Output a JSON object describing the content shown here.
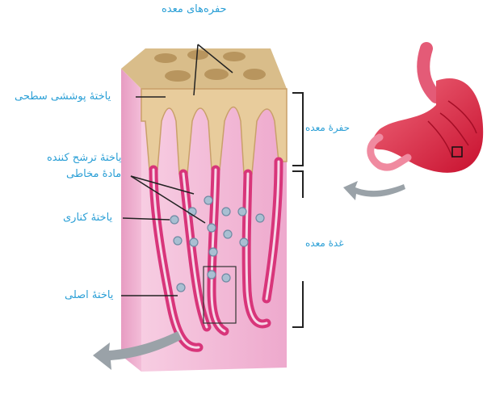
{
  "labels": {
    "gastric_pits": "حفره‌های معده",
    "surface_epithelial_cell": "یاختهٔ پوششی سطحی",
    "mucus_secreting_cell_line1": "یاختهٔ ترشح کننده",
    "mucus_secreting_cell_line2": "مادهٔ مخاطی",
    "parietal_cell": "یاختهٔ کناری",
    "chief_cell": "یاختهٔ اصلی",
    "gastric_pit_bracket": "حفرهٔ معده",
    "gastric_gland_bracket": "غدهٔ معده"
  },
  "colors": {
    "label_text": "#2a9fd6",
    "tissue_block": "#f3b8d8",
    "epithelium": "#e4c796",
    "gland_wall": "#d8357a",
    "cells": "#9fb6c8",
    "arrow": "#9aa2a8",
    "leader_lines": "#222222"
  }
}
